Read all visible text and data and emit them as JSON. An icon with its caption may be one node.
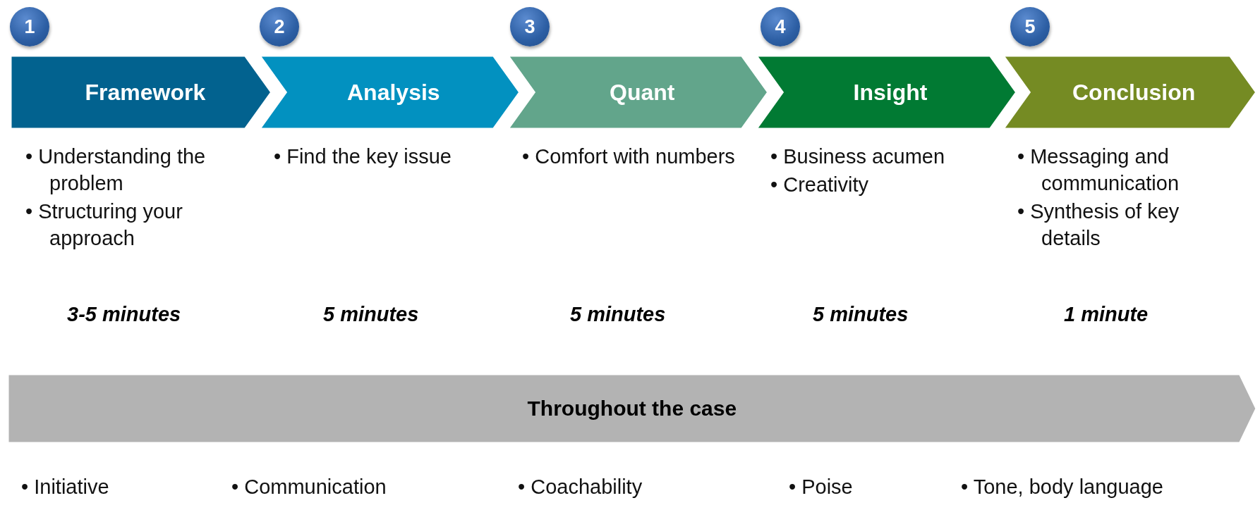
{
  "diagram": {
    "nodes": [
      {
        "text": [
          "1"
        ]
      },
      {
        "text": [
          "2"
        ]
      },
      {
        "text": [
          "3"
        ]
      },
      {
        "text": [
          "4"
        ]
      },
      {
        "text": [
          "5"
        ]
      },
      {
        "text": [
          "Framework"
        ],
        "beside": [
          "• Understanding the problem",
          "• Structuring your approach"
        ]
      },
      {
        "text": [
          "Analysis"
        ],
        "beside": [
          "• Find the key issue"
        ]
      },
      {
        "text": [
          "Quant"
        ],
        "beside": [
          "• Comfort with numbers"
        ]
      },
      {
        "text": [
          "Insight"
        ],
        "beside": [
          "• Business acumen",
          "• Creativity"
        ]
      },
      {
        "text": [
          "Conclusion"
        ],
        "beside": [
          "• Messaging and communication",
          "• Synthesis of key details"
        ]
      },
      {
        "text": [
          "Throughout the case"
        ],
        "beside": [
          "• Initiative",
          "• Communication",
          "• Coachability",
          "• Poise",
          "• Tone, body language"
        ]
      }
    ],
    "edges": [],
    "labels": [
      "3-5 minutes",
      "5 minutes",
      "5 minutes",
      "5 minutes",
      "1 minute"
    ]
  }
}
